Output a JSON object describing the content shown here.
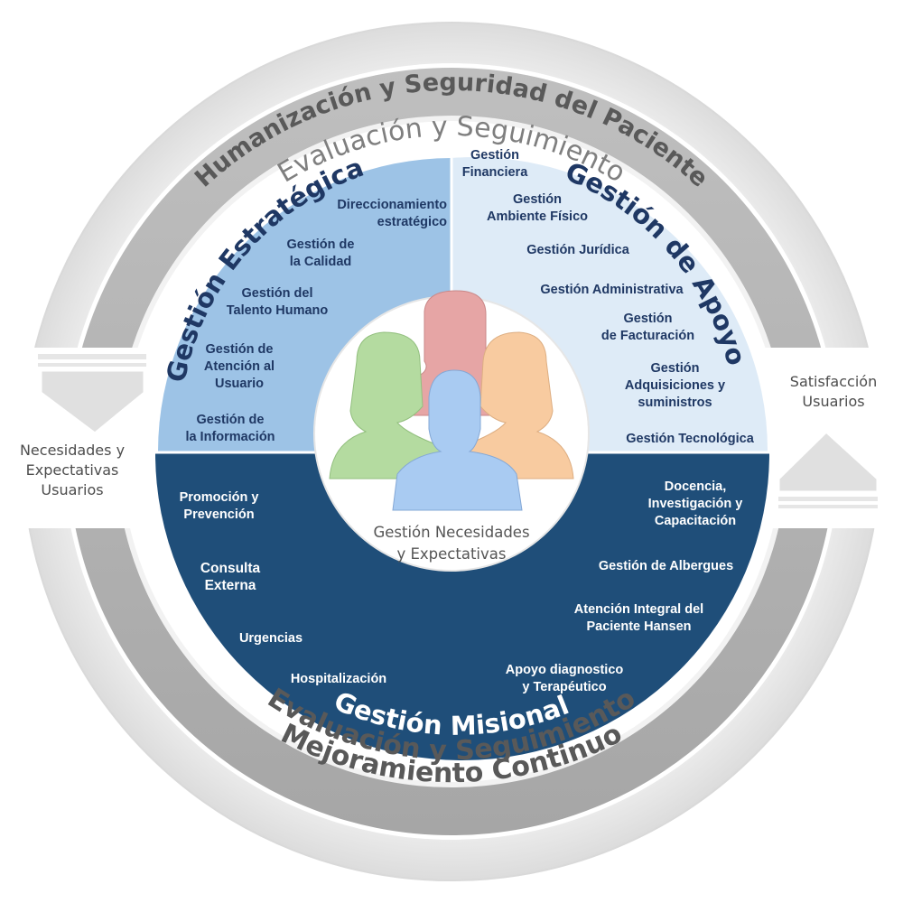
{
  "rings": {
    "outer_top": "Humanización y Seguridad del Paciente",
    "evaluation_top": "Evaluación y Seguimiento",
    "evaluation_bottom": "Evaluación y Seguimiento",
    "outer_bottom": "Mejoramiento Continuo"
  },
  "inputs": {
    "left_label": "Necesidades y\nExpectativas\nUsuarios",
    "right_label": "Satisfacción\nUsuarios"
  },
  "quadrants": {
    "estrategica": {
      "title": "Gestión Estratégica",
      "color": "#9dc3e6",
      "items": [
        "Direccionamiento\nestratégico",
        "Gestión de\nla Calidad",
        "Gestión del\nTalento Humano",
        "Gestión de\nAtención al\nUsuario",
        "Gestión de\nla Información"
      ]
    },
    "apoyo": {
      "title": "Gestión de Apoyo",
      "color": "#deebf7",
      "items": [
        "Gestión\nFinanciera",
        "Gestión\nAmbiente Físico",
        "Gestión Jurídica",
        "Gestión Administrativa",
        "Gestión\nde  Facturación",
        "Gestión\nAdquisiciones y\nsuministros",
        "Gestión Tecnológica"
      ]
    },
    "misional": {
      "title": "Gestión  Misional",
      "color": "#1f4e79",
      "items": [
        "Promoción y\nPrevención",
        "Consulta\nExterna",
        "Urgencias",
        "Hospitalización",
        "Docencia,\nInvestigación y\nCapacitación",
        "Gestión de Albergues",
        "Atención Integral del\nPaciente Hansen",
        "Apoyo diagnostico\ny  Terapéutico"
      ]
    }
  },
  "center": {
    "label": "Gestión Necesidades\ny Expectativas",
    "people_icon": "group-of-people-icon",
    "people_colors": [
      "#a9d18e",
      "#e6a5a5",
      "#f8cba0",
      "#9dc3f0"
    ]
  }
}
